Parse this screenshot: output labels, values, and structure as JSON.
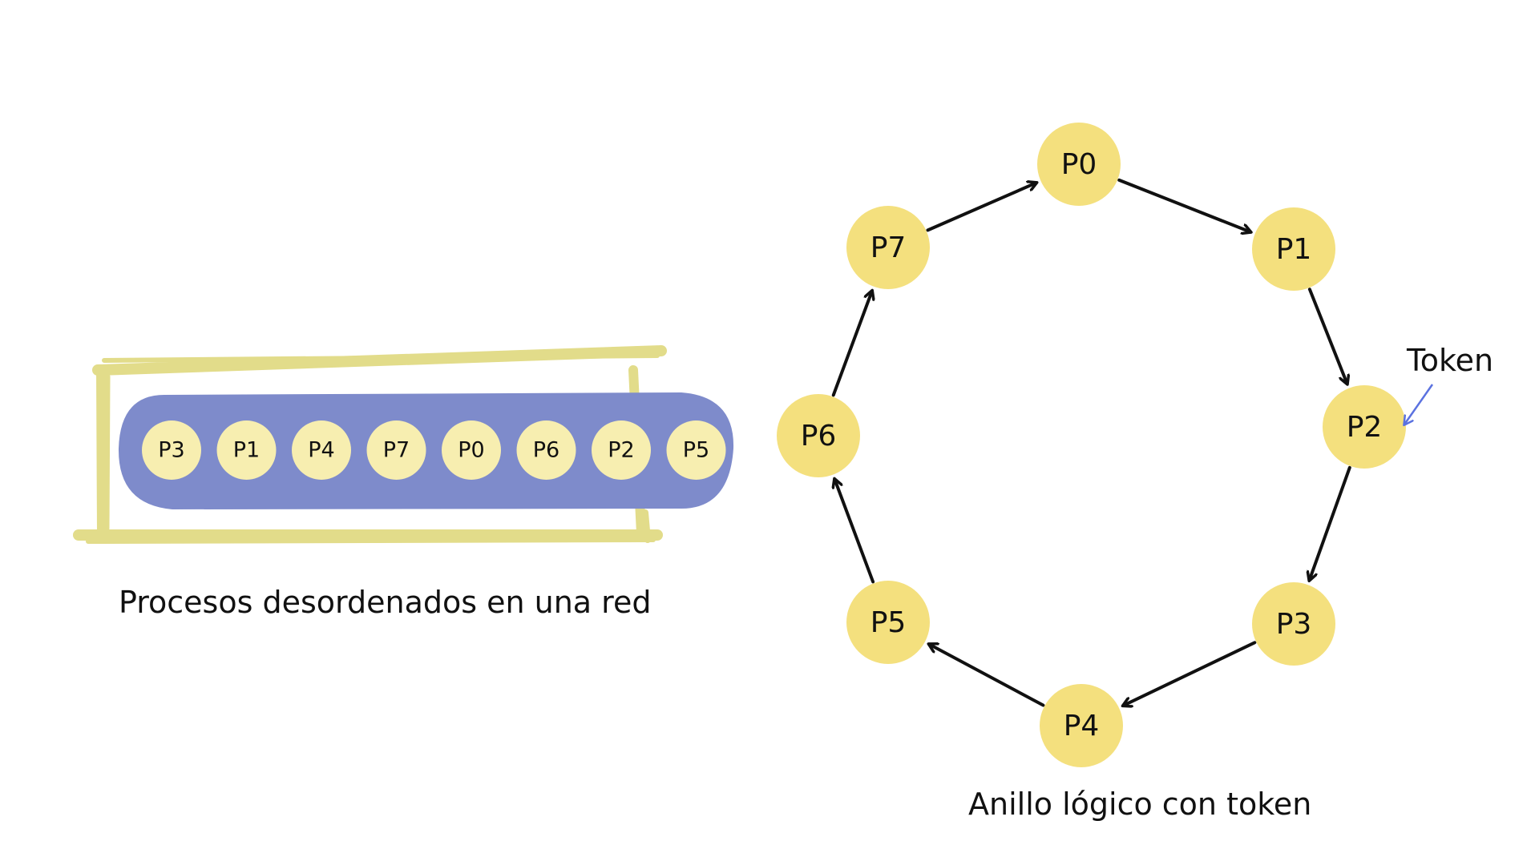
{
  "colors": {
    "node_fill": "#f4e07e",
    "small_node_fill": "#f7eeb0",
    "pill_fill": "#7e8bcb",
    "frame_stroke": "#e2dc8a",
    "arrow": "#111111",
    "token_arrow": "#5b72e0"
  },
  "left_panel": {
    "caption": "Procesos desordenados en una red",
    "processes": [
      "P3",
      "P1",
      "P4",
      "P7",
      "P0",
      "P6",
      "P2",
      "P5"
    ]
  },
  "right_panel": {
    "caption": "Anillo lógico con token",
    "token_label": "Token",
    "token_holder": "P2",
    "ring_order": [
      "P0",
      "P1",
      "P2",
      "P3",
      "P4",
      "P5",
      "P6",
      "P7"
    ]
  }
}
